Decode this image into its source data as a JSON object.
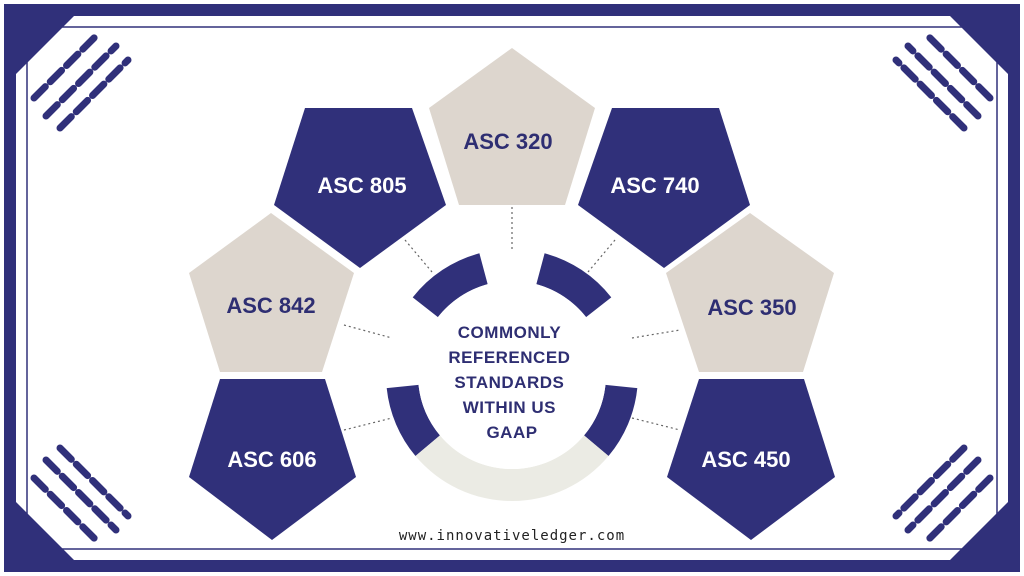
{
  "colors": {
    "navy": "#30307a",
    "beige": "#ddd6ce",
    "ring_light": "#ebebe4",
    "background": "#ffffff",
    "center_fill": "#ffffff",
    "text_dark": "#2e2e72",
    "text_light": "#ffffff"
  },
  "center": {
    "lines": [
      "COMMONLY",
      "REFERENCED",
      "STANDARDS",
      "WITHIN US",
      "GAAP"
    ]
  },
  "standards": [
    {
      "label": "ASC 320",
      "style": "beige"
    },
    {
      "label": "ASC 805",
      "style": "navy"
    },
    {
      "label": "ASC 740",
      "style": "navy"
    },
    {
      "label": "ASC 842",
      "style": "beige"
    },
    {
      "label": "ASC 350",
      "style": "beige"
    },
    {
      "label": "ASC 606",
      "style": "navy"
    },
    {
      "label": "ASC 450",
      "style": "navy"
    }
  ],
  "footer": {
    "url": "www.innovativeledger.com"
  }
}
